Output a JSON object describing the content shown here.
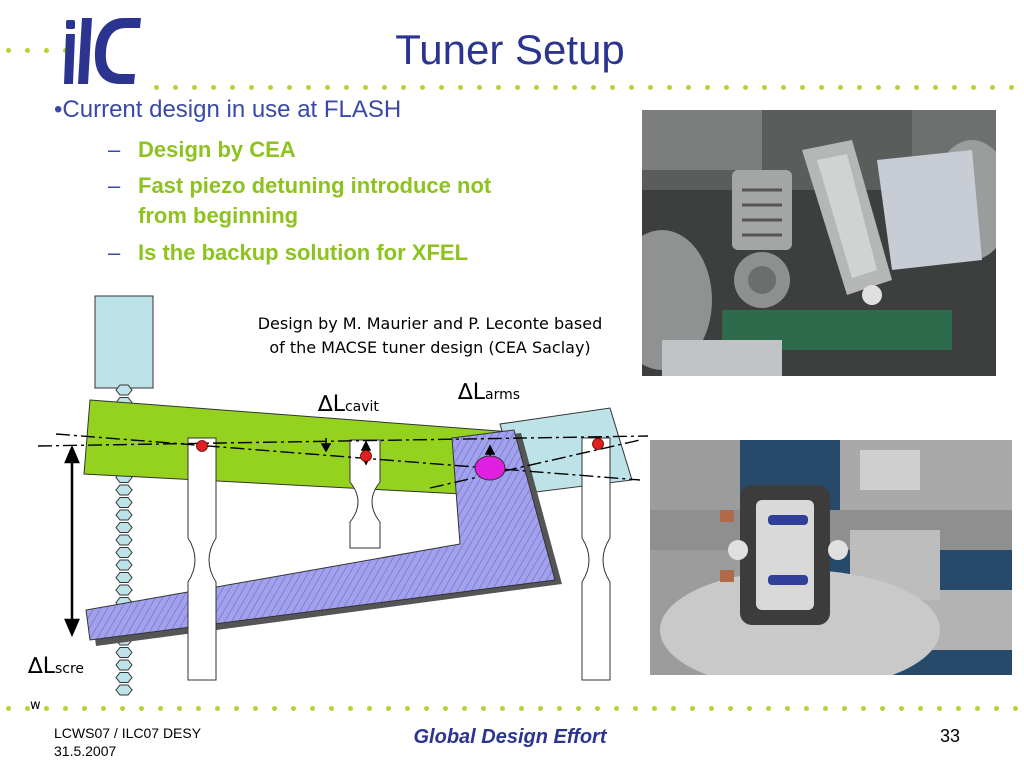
{
  "title": "Tuner Setup",
  "logo": {
    "text": "ilc"
  },
  "bullets": {
    "main": "•Current design in use at FLASH",
    "dash": "–",
    "sub": [
      {
        "line1": "Design by CEA"
      },
      {
        "line1": "Fast piezo detuning introduce not",
        "line2": "from beginning"
      },
      {
        "line1": "Is the  backup solution for XFEL"
      }
    ]
  },
  "diagram": {
    "caption_line1": "Design by M. Maurier and P. Leconte  based",
    "caption_line2": "of the MACSE tuner design (CEA Saclay)",
    "delta": "∆",
    "label_cavit_main": "L",
    "label_cavit_sub": "cavit",
    "label_arms_main": "L",
    "label_arms_sub": "arms",
    "label_screw_main": "L",
    "label_screw_sub": "scre",
    "label_screw_tail": "w"
  },
  "photos": {
    "top_icon": "tuner-photo-icon",
    "bottom_icon": "tuner-cad-render-icon"
  },
  "footer": {
    "left_line1": "LCWS07 / ILC07 DESY",
    "left_line2": "31.5.2007",
    "center": "Global Design Effort",
    "page": "33"
  },
  "colors": {
    "title_blue": "#2b3590",
    "bullet_green": "#8dc21f",
    "dot_green": "#b5d334",
    "lever_green": "#94d21f",
    "arm_lavender": "#9b9be8",
    "light_blue": "#bde3e8",
    "marker_red": "#e02020",
    "piezo_magenta": "#e020e0"
  }
}
